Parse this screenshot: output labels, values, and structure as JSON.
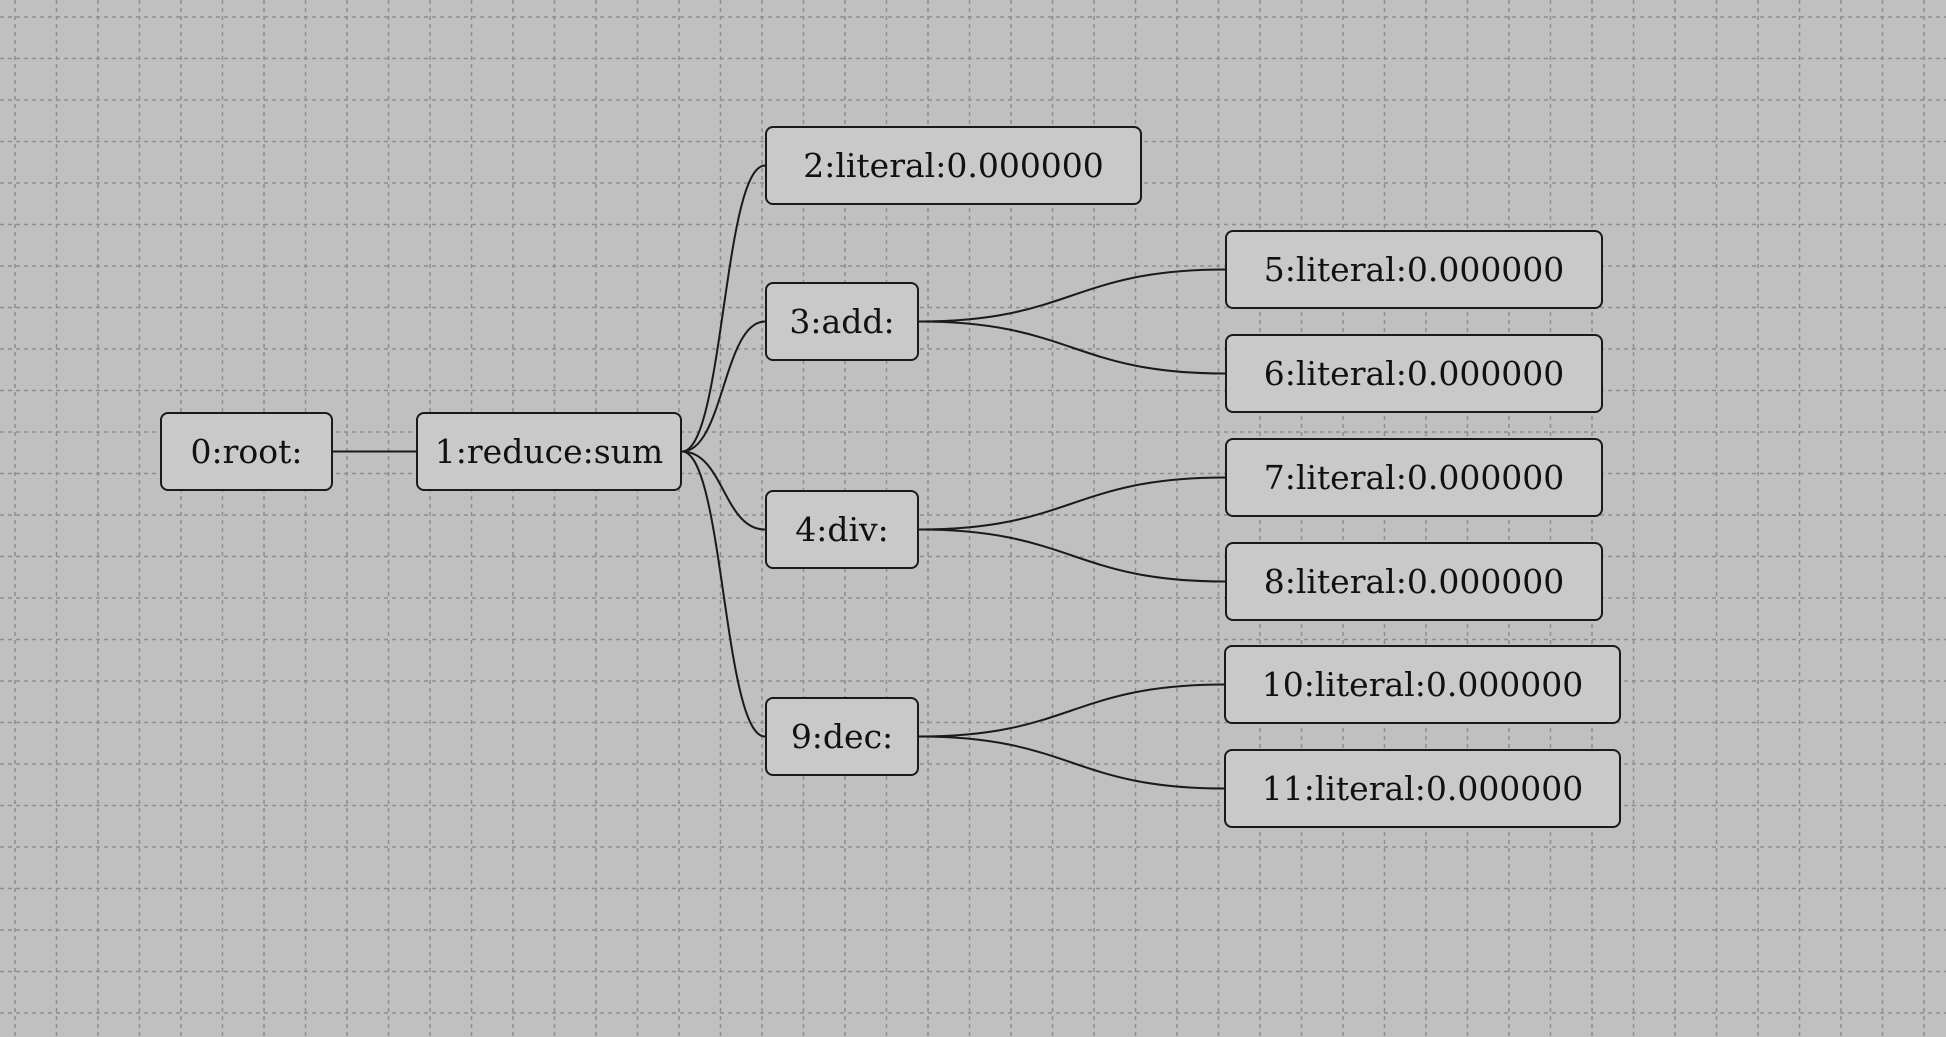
{
  "diagram": {
    "background_color": "#c0c0c0",
    "grid_color": "#8e8e8e",
    "edge_color": "#1a1a1a",
    "node_fill": "#c9c9c9",
    "nodes": [
      {
        "id": "0",
        "label": "0:root:"
      },
      {
        "id": "1",
        "label": "1:reduce:sum"
      },
      {
        "id": "2",
        "label": "2:literal:0.000000"
      },
      {
        "id": "3",
        "label": "3:add:"
      },
      {
        "id": "4",
        "label": "4:div:"
      },
      {
        "id": "9",
        "label": "9:dec:"
      },
      {
        "id": "5",
        "label": "5:literal:0.000000"
      },
      {
        "id": "6",
        "label": "6:literal:0.000000"
      },
      {
        "id": "7",
        "label": "7:literal:0.000000"
      },
      {
        "id": "8",
        "label": "8:literal:0.000000"
      },
      {
        "id": "10",
        "label": "10:literal:0.000000"
      },
      {
        "id": "11",
        "label": "11:literal:0.000000"
      }
    ],
    "edges": [
      {
        "from": "0",
        "to": "1"
      },
      {
        "from": "1",
        "to": "2"
      },
      {
        "from": "1",
        "to": "3"
      },
      {
        "from": "1",
        "to": "4"
      },
      {
        "from": "1",
        "to": "9"
      },
      {
        "from": "3",
        "to": "5"
      },
      {
        "from": "3",
        "to": "6"
      },
      {
        "from": "4",
        "to": "7"
      },
      {
        "from": "4",
        "to": "8"
      },
      {
        "from": "9",
        "to": "10"
      },
      {
        "from": "9",
        "to": "11"
      }
    ]
  }
}
